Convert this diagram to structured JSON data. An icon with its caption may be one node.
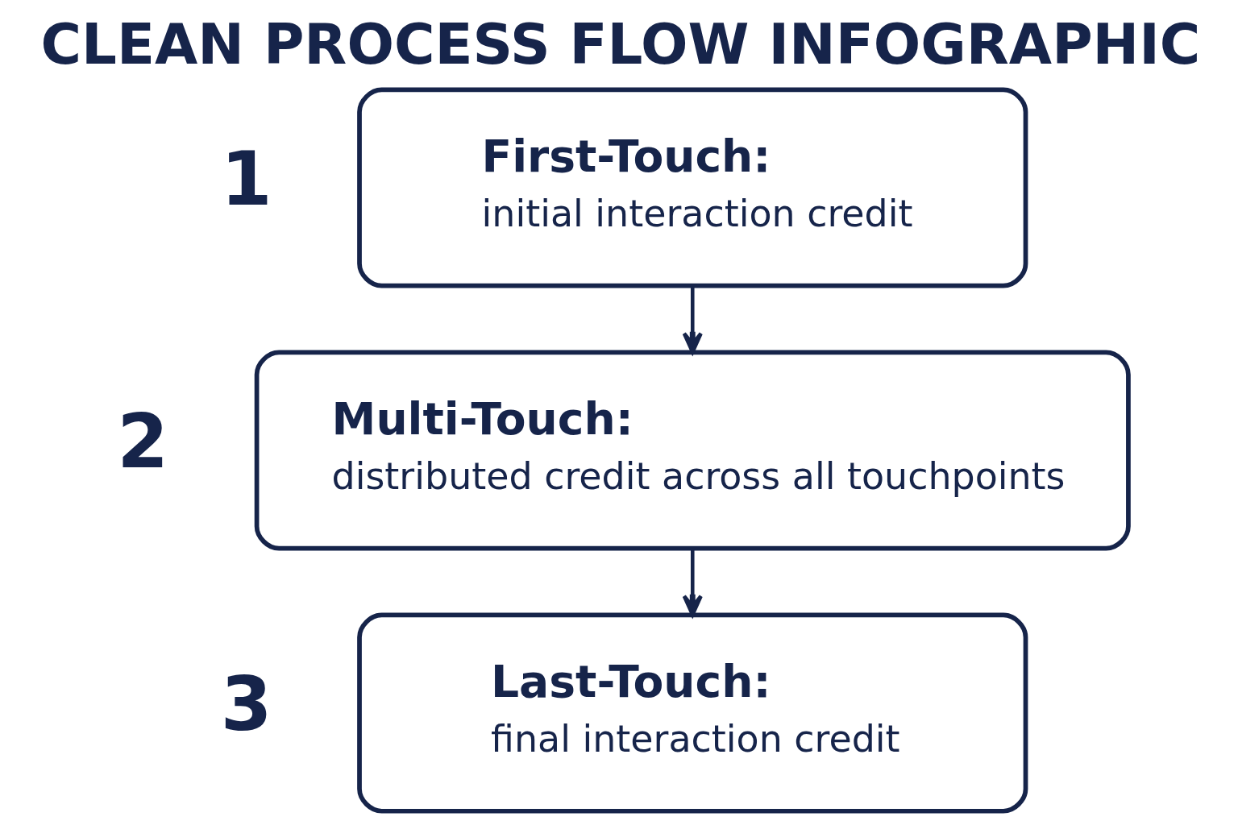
{
  "diagram": {
    "title": "CLEAN PROCESS FLOW INFOGRAPHIC",
    "nodes": [
      {
        "text": [
          "First-Touch:",
          "initial interaction credit"
        ],
        "beside": [
          "1"
        ]
      },
      {
        "text": [
          "Multi-Touch:",
          "distributed credit across all touchpoints"
        ],
        "beside": [
          "2"
        ]
      },
      {
        "text": [
          "Last-Touch:",
          "final interaction credit"
        ],
        "beside": [
          "3"
        ]
      }
    ],
    "edges": [
      {
        "from": 0,
        "to": 1,
        "arrow": "to"
      },
      {
        "from": 1,
        "to": 2,
        "arrow": "to"
      }
    ]
  }
}
